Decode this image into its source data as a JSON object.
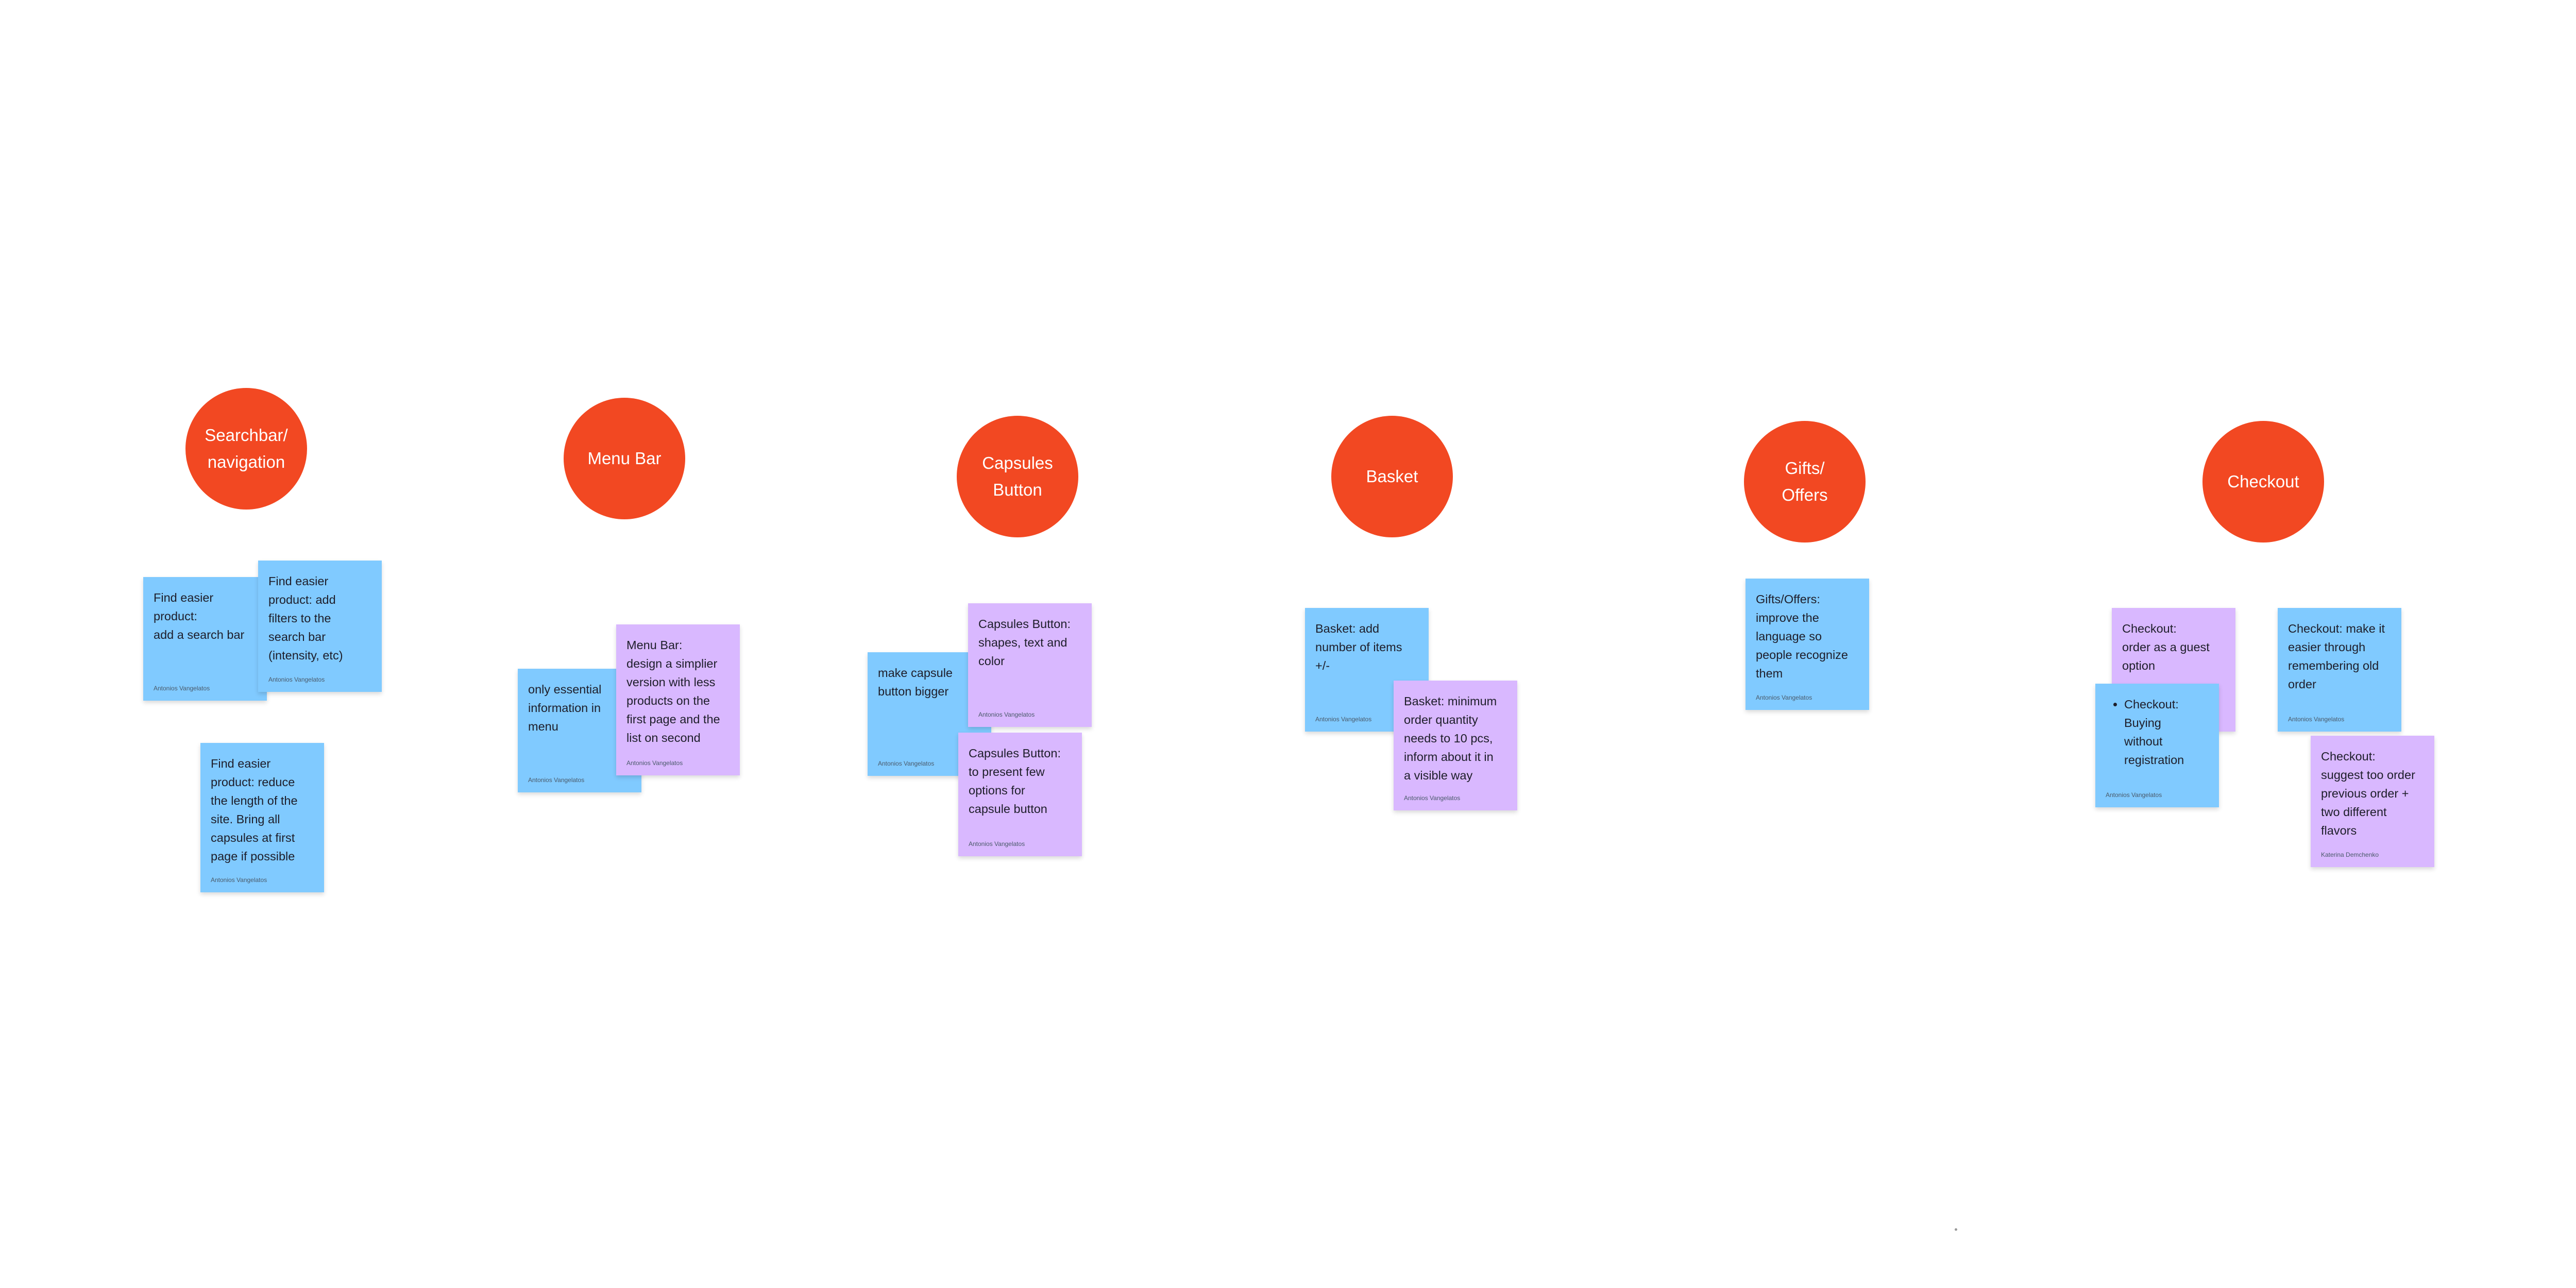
{
  "colors": {
    "topic": "#f24822",
    "blue_sticky": "#80caff",
    "purple_sticky": "#d9b8ff"
  },
  "topics": [
    {
      "label": "Searchbar/\nnavigation"
    },
    {
      "label": "Menu Bar"
    },
    {
      "label": "Capsules\nButton"
    },
    {
      "label": "Basket"
    },
    {
      "label": "Gifts/\nOffers"
    },
    {
      "label": "Checkout"
    }
  ],
  "stickies": [
    {
      "text": "Find easier\nproduct:\nadd a search bar",
      "author": "Antonios Vangelatos",
      "color": "blue"
    },
    {
      "text": "Find easier\nproduct:  add\nfilters to the\nsearch bar\n(intensity, etc)",
      "author": "Antonios Vangelatos",
      "color": "blue"
    },
    {
      "text": "Find easier\nproduct: reduce\nthe length of the\nsite. Bring all\ncapsules at first\npage if possible",
      "author": "Antonios Vangelatos",
      "color": "blue"
    },
    {
      "text": "only essential\ninformation in\nmenu",
      "author": "Antonios Vangelatos",
      "color": "blue"
    },
    {
      "text": "Menu Bar:\ndesign a simplier\nversion with less\nproducts on the\nfirst page and the\nlist on second",
      "author": "Antonios Vangelatos",
      "color": "purple"
    },
    {
      "text": "make capsule\nbutton bigger",
      "author": "Antonios Vangelatos",
      "color": "blue"
    },
    {
      "text": "Capsules Button:\nshapes, text and\ncolor",
      "author": "Antonios Vangelatos",
      "color": "purple"
    },
    {
      "text": "Capsules Button:\nto present few\noptions for\ncapsule button",
      "author": "Antonios Vangelatos",
      "color": "purple"
    },
    {
      "text": "Basket: add\nnumber of items\n+/-",
      "author": "Antonios Vangelatos",
      "color": "blue"
    },
    {
      "text": "Basket: minimum\norder quantity\nneeds to 10 pcs,\ninform about it in\na visible way",
      "author": "Antonios Vangelatos",
      "color": "purple"
    },
    {
      "text": "Gifts/Offers:\nimprove the\nlanguage so\npeople recognize\nthem",
      "author": "Antonios Vangelatos",
      "color": "blue"
    },
    {
      "text": "Checkout:\norder as a guest\noption",
      "author": "",
      "color": "purple"
    },
    {
      "text": "Checkout:\nBuying\nwithout\nregistration",
      "author": "Antonios Vangelatos",
      "color": "blue"
    },
    {
      "text": "Checkout: make it\neasier through\nremembering old\norder",
      "author": "Antonios Vangelatos",
      "color": "blue"
    },
    {
      "text": "Checkout:\nsuggest too order\nprevious order +\ntwo different\nflavors",
      "author": "Katerina Demchenko",
      "color": "purple"
    }
  ]
}
